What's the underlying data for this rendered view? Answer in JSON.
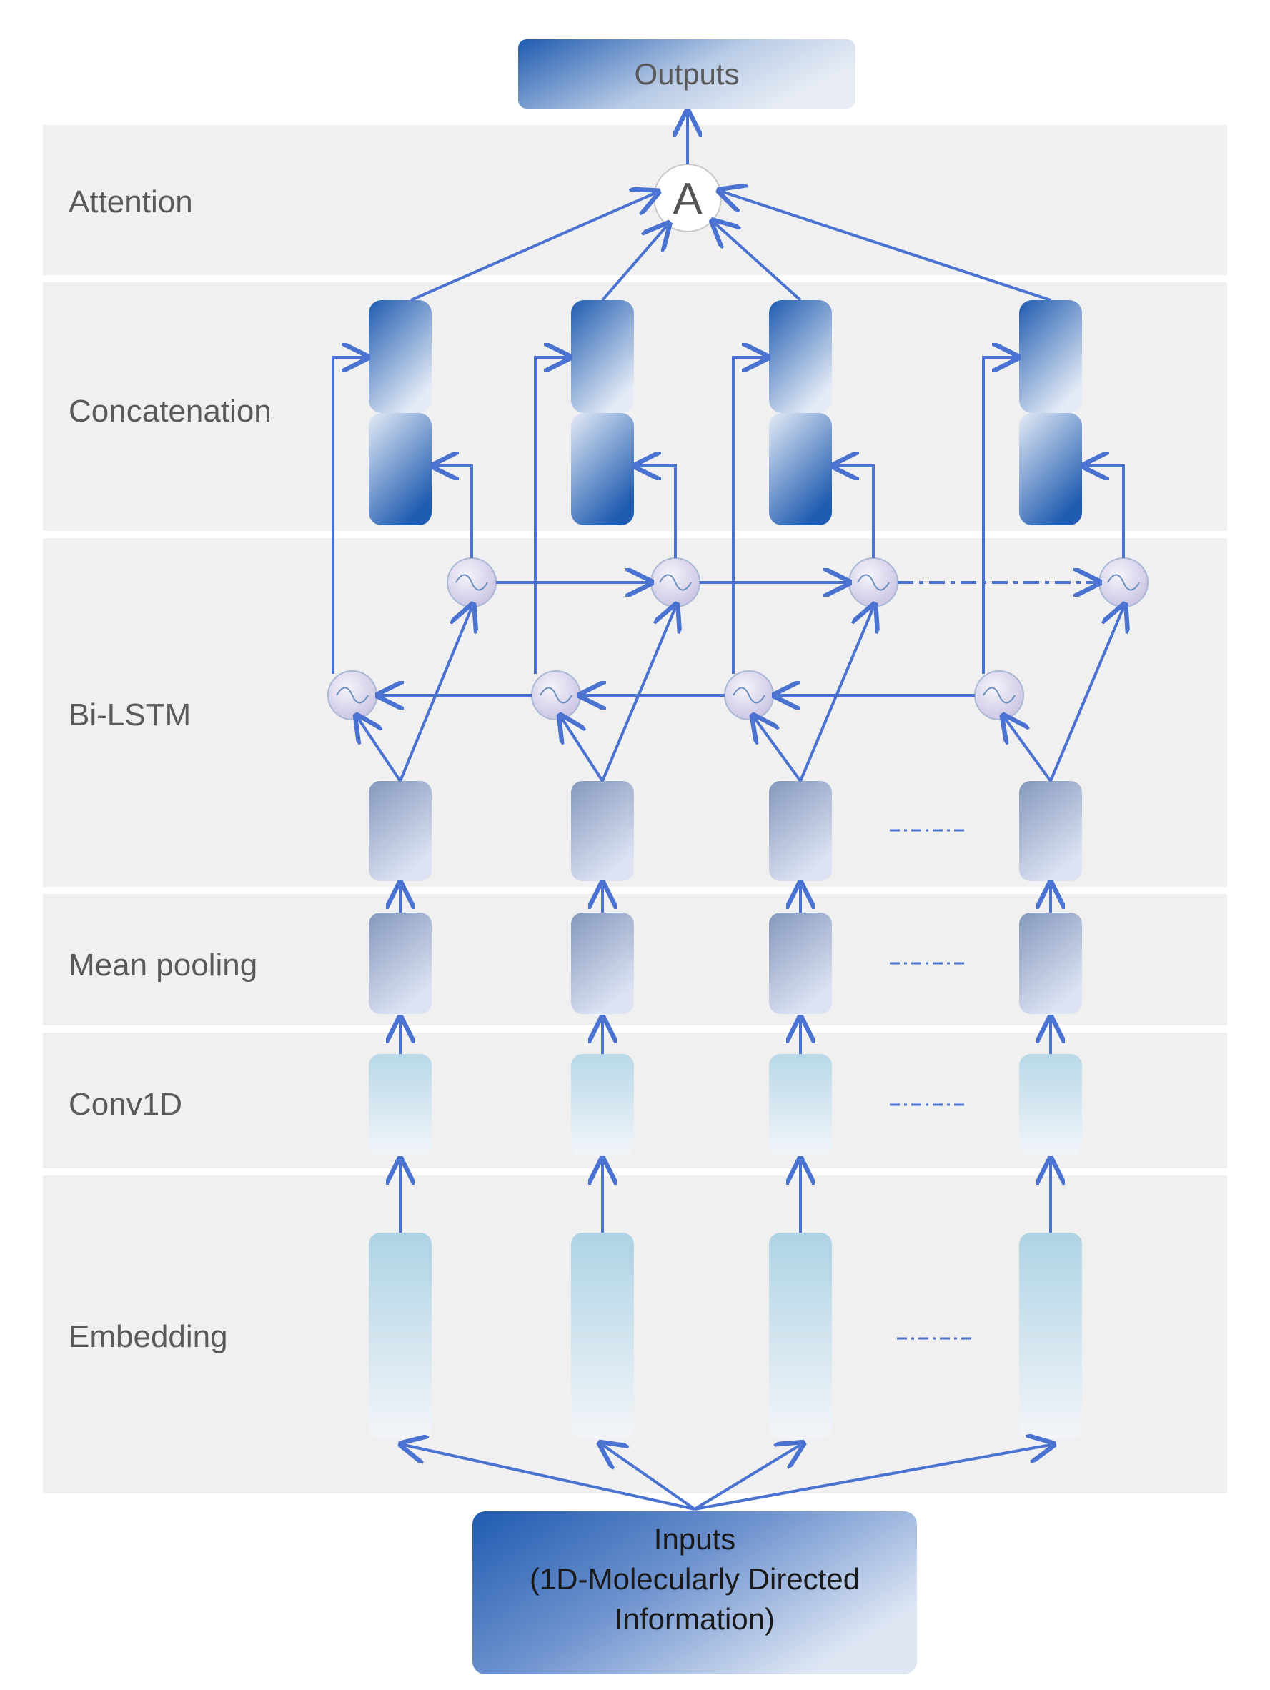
{
  "diagram": {
    "title": "",
    "outputs_label": "Outputs",
    "attention_symbol": "A",
    "inputs_label": [
      "Inputs",
      "(1D-Molecularly Directed",
      "Information)"
    ],
    "layers": [
      {
        "id": "attention",
        "label": "Attention"
      },
      {
        "id": "concatenation",
        "label": "Concatenation"
      },
      {
        "id": "bilstm",
        "label": "Bi-LSTM"
      },
      {
        "id": "mean-pooling",
        "label": "Mean pooling"
      },
      {
        "id": "conv1d",
        "label": "Conv1D"
      },
      {
        "id": "embedding",
        "label": "Embedding"
      }
    ],
    "columns": 4,
    "colors": {
      "band": "#f0f0f0",
      "arrow": "#4a72d0",
      "dark_blue": "#1f5bb0",
      "steel_blue": "#8fa2c4",
      "light_blue": "#b0d4e6"
    }
  }
}
